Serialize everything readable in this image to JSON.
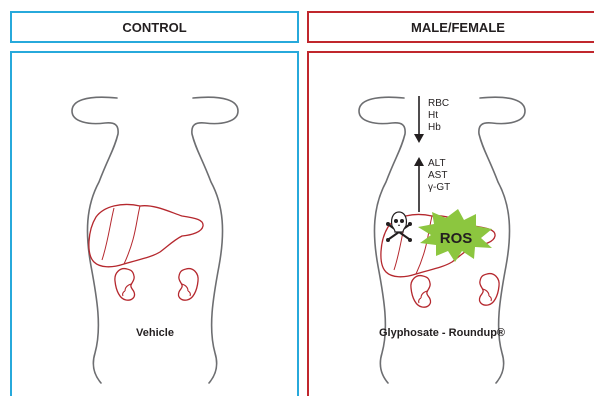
{
  "headers": {
    "control": "CONTROL",
    "treatment": "MALE/FEMALE"
  },
  "labels": {
    "control": "Vehicle",
    "treatment": "Glyphosate - Roundup®"
  },
  "markers": {
    "decreased": [
      "RBC",
      "Ht",
      "Hb"
    ],
    "increased": [
      "ALT",
      "AST",
      "γ-GT"
    ]
  },
  "ros_label": "ROS",
  "icons": {
    "toxic": "skull-crossbones-icon",
    "ros_burst": "starburst-icon",
    "up": "arrow-up-icon",
    "down": "arrow-down-icon"
  },
  "colors": {
    "control_border": "#27a9db",
    "treatment_border": "#c0272d",
    "organ": "#b5282e",
    "ros_burst": "#8cc63f",
    "body_outline": "#6d6e71"
  }
}
